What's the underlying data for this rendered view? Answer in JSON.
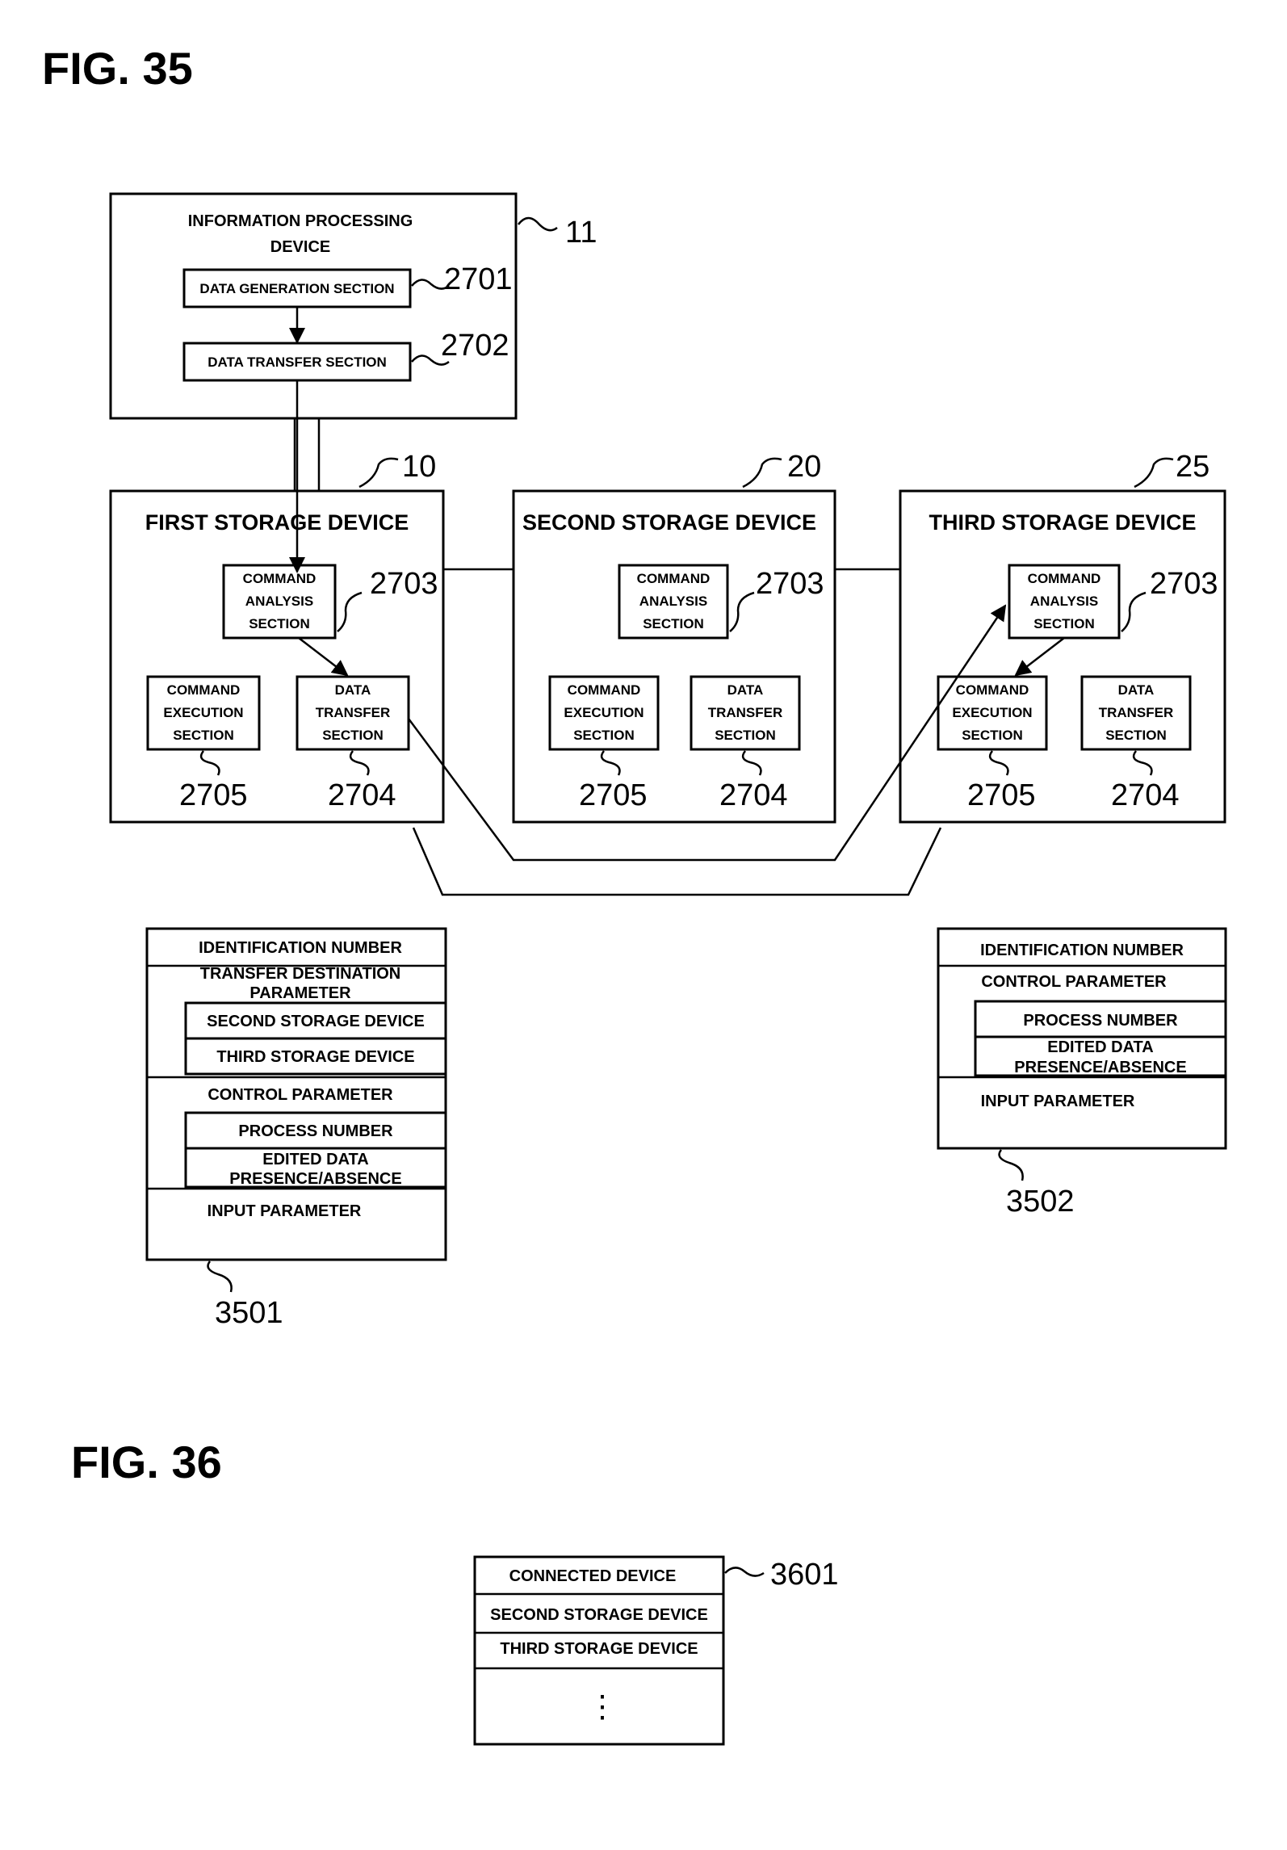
{
  "fig35": {
    "title": "FIG. 35",
    "info_device": {
      "title_line1": "INFORMATION PROCESSING",
      "title_line2": "DEVICE",
      "ref": "11",
      "data_generation": "DATA GENERATION SECTION",
      "data_generation_ref": "2701",
      "data_transfer": "DATA TRANSFER SECTION",
      "data_transfer_ref": "2702"
    },
    "devices": [
      {
        "title": "FIRST STORAGE DEVICE",
        "ref": "10",
        "cmd_analysis": [
          "COMMAND",
          "ANALYSIS",
          "SECTION"
        ],
        "cmd_analysis_ref": "2703",
        "cmd_exec": [
          "COMMAND",
          "EXECUTION",
          "SECTION"
        ],
        "cmd_exec_ref": "2705",
        "data_transfer": [
          "DATA",
          "TRANSFER",
          "SECTION"
        ],
        "data_transfer_ref": "2704"
      },
      {
        "title": "SECOND STORAGE DEVICE",
        "ref": "20",
        "cmd_analysis": [
          "COMMAND",
          "ANALYSIS",
          "SECTION"
        ],
        "cmd_analysis_ref": "2703",
        "cmd_exec": [
          "COMMAND",
          "EXECUTION",
          "SECTION"
        ],
        "cmd_exec_ref": "2705",
        "data_transfer": [
          "DATA",
          "TRANSFER",
          "SECTION"
        ],
        "data_transfer_ref": "2704"
      },
      {
        "title": "THIRD STORAGE DEVICE",
        "ref": "25",
        "cmd_analysis": [
          "COMMAND",
          "ANALYSIS",
          "SECTION"
        ],
        "cmd_analysis_ref": "2703",
        "cmd_exec": [
          "COMMAND",
          "EXECUTION",
          "SECTION"
        ],
        "cmd_exec_ref": "2705",
        "data_transfer": [
          "DATA",
          "TRANSFER",
          "SECTION"
        ],
        "data_transfer_ref": "2704"
      }
    ],
    "command_3501": {
      "ref": "3501",
      "identification": "IDENTIFICATION NUMBER",
      "transfer_dest_line1": "TRANSFER DESTINATION",
      "transfer_dest_line2": "PARAMETER",
      "second_storage": "SECOND STORAGE DEVICE",
      "third_storage": "THIRD STORAGE DEVICE",
      "control_parameter": "CONTROL PARAMETER",
      "process_number": "PROCESS NUMBER",
      "edited_line1": "EDITED DATA",
      "edited_line2": "PRESENCE/ABSENCE",
      "input_parameter": "INPUT PARAMETER"
    },
    "command_3502": {
      "ref": "3502",
      "identification": "IDENTIFICATION NUMBER",
      "control_parameter": "CONTROL PARAMETER",
      "process_number": "PROCESS NUMBER",
      "edited_line1": "EDITED DATA",
      "edited_line2": "PRESENCE/ABSENCE",
      "input_parameter": "INPUT PARAMETER"
    }
  },
  "fig36": {
    "title": "FIG. 36",
    "table_ref": "3601",
    "header": "CONNECTED DEVICE",
    "rows": [
      "SECOND STORAGE DEVICE",
      "THIRD STORAGE DEVICE"
    ],
    "ellipsis": "⋮"
  }
}
